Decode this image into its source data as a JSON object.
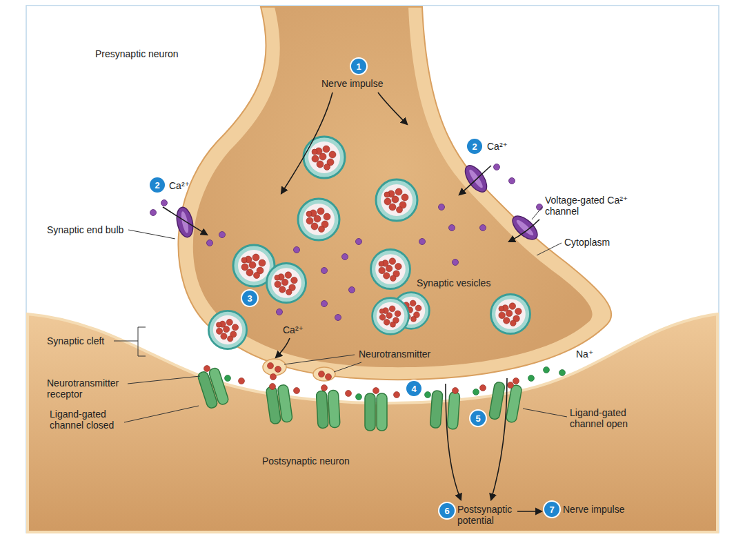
{
  "diagram": {
    "nodes": [
      {
        "text": [
          "1"
        ]
      },
      {
        "text": [
          "2"
        ]
      },
      {
        "text": [
          "2"
        ]
      },
      {
        "text": [
          "3"
        ]
      },
      {
        "text": [
          "4"
        ]
      },
      {
        "text": [
          "5"
        ]
      },
      {
        "text": [
          "6"
        ]
      },
      {
        "text": [
          "7"
        ]
      }
    ],
    "labels": [
      "Presynaptic neuron",
      "Nerve impulse",
      "Ca²⁺",
      "Ca²⁺",
      "Voltage-gated Ca²⁺ channel",
      "Synaptic end bulb",
      "Cytoplasm",
      "Synaptic vesicles",
      "Synaptic cleft",
      "Ca²⁺",
      "Neurotransmitter",
      "Na⁺",
      "Neurotransmitter receptor",
      "Ligand-gated channel closed",
      "Ligand-gated channel open",
      "Postsynaptic neuron",
      "Postsynaptic potential",
      "Nerve impulse"
    ]
  }
}
